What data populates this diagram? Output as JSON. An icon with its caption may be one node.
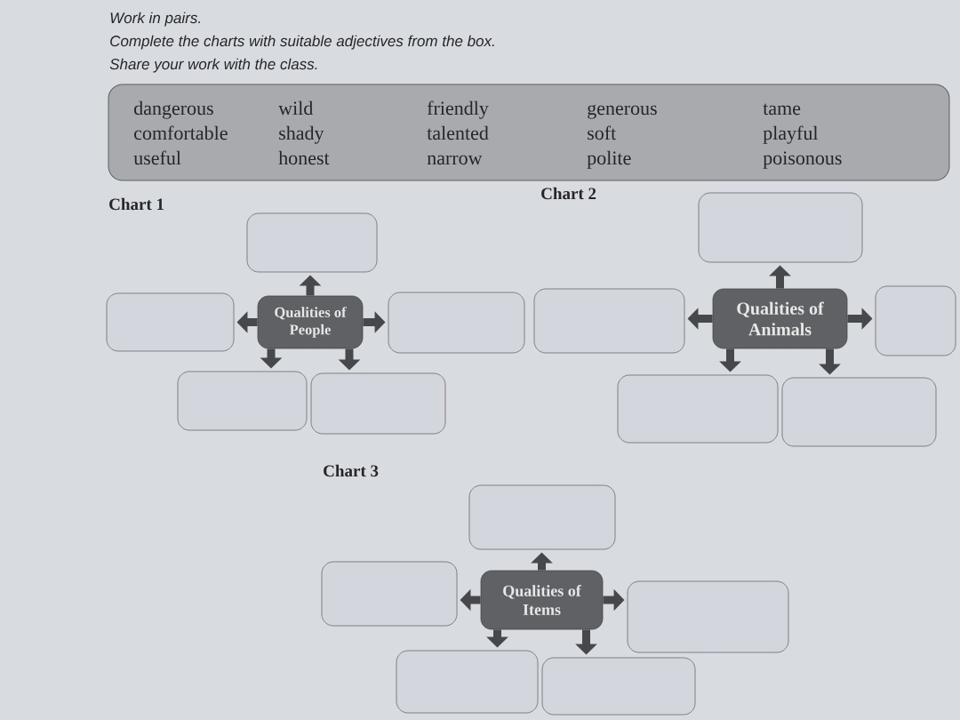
{
  "diagram": {
    "nodes": [
      {
        "text": [
          "dangerous",
          "comfortable",
          "useful",
          "wild",
          "shady",
          "honest",
          "friendly",
          "talented",
          "narrow",
          "generous",
          "soft",
          "polite",
          "tame",
          "playful",
          "poisonous"
        ]
      },
      {
        "text": [],
        "shape": "box"
      },
      {
        "text": [],
        "shape": "box"
      },
      {
        "text": [
          "Qualities of People"
        ]
      },
      {
        "text": [],
        "shape": "box"
      },
      {
        "text": [],
        "shape": "box"
      },
      {
        "text": [],
        "shape": "box"
      },
      {
        "text": [],
        "shape": "box"
      },
      {
        "text": [],
        "shape": "box"
      },
      {
        "text": [
          "Qualities of Animals"
        ]
      },
      {
        "text": [],
        "shape": "box"
      },
      {
        "text": [],
        "shape": "box"
      },
      {
        "text": [],
        "shape": "box"
      },
      {
        "text": [],
        "shape": "box"
      },
      {
        "text": [],
        "shape": "box"
      },
      {
        "text": [
          "Qualities of Items"
        ]
      },
      {
        "text": [],
        "shape": "box"
      },
      {
        "text": [],
        "shape": "box"
      },
      {
        "text": [],
        "shape": "box"
      }
    ],
    "edges": [
      {
        "from": 3,
        "to": 1,
        "arrow": "to"
      },
      {
        "from": 3,
        "to": 2,
        "arrow": "to"
      },
      {
        "from": 3,
        "to": 4,
        "arrow": "to"
      },
      {
        "from": 3,
        "to": 5,
        "arrow": "to"
      },
      {
        "from": 3,
        "to": 6,
        "arrow": "to"
      },
      {
        "from": 9,
        "to": 7,
        "arrow": "to"
      },
      {
        "from": 9,
        "to": 8,
        "arrow": "to"
      },
      {
        "from": 9,
        "to": 10,
        "arrow": "to"
      },
      {
        "from": 9,
        "to": 11,
        "arrow": "to"
      },
      {
        "from": 9,
        "to": 12,
        "arrow": "to"
      },
      {
        "from": 15,
        "to": 13,
        "arrow": "to"
      },
      {
        "from": 15,
        "to": 14,
        "arrow": "to"
      },
      {
        "from": 15,
        "to": 16,
        "arrow": "to"
      },
      {
        "from": 15,
        "to": 17,
        "arrow": "to"
      },
      {
        "from": 15,
        "to": 18,
        "arrow": "to"
      }
    ],
    "labels": [
      "Work in pairs.",
      "Complete the charts with suitable adjectives from the box.",
      "Share your work with the class.",
      "Chart 1",
      "Chart 2",
      "Chart 3"
    ]
  }
}
